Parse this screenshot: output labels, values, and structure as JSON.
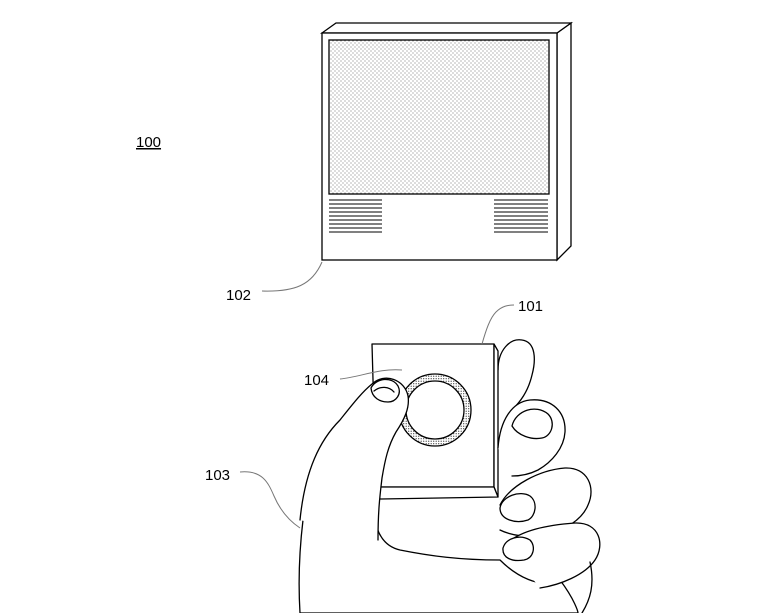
{
  "figure": {
    "labels": {
      "system": "100",
      "remote": "101",
      "display": "102",
      "hand": "103",
      "button": "104"
    },
    "icons": {
      "display": "television-screen-icon",
      "remote": "remote-control-cube-icon",
      "hand": "hand-holding-remote-icon"
    }
  }
}
